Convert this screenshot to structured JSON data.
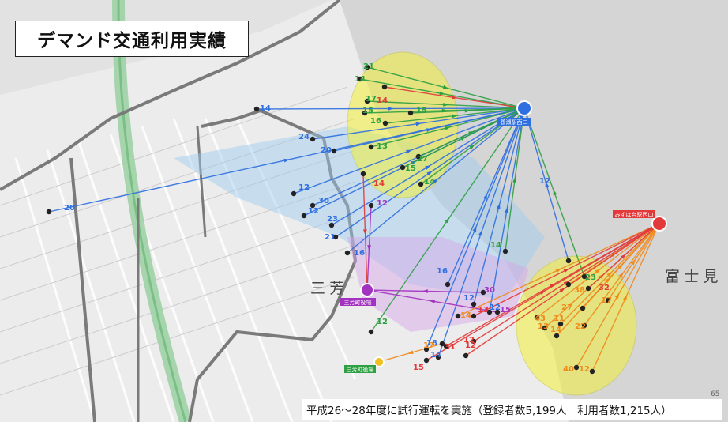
{
  "title": "デマンド交通利用実績",
  "footer": "平成26〜28年度に試行運転を実施（登録者数5,199人　利用者数1,215人）",
  "page_number": "65",
  "place_labels": {
    "mikata": "三 芳",
    "fujimi": "富 士 見"
  },
  "hubs": [
    {
      "id": "hub-blue",
      "label": "鶴瀬駅西口",
      "color": "#2f6fe0"
    },
    {
      "id": "hub-red",
      "label": "みずほ台駅西口",
      "color": "#e23a3a"
    },
    {
      "id": "hub-purple",
      "label": "三芳町役場",
      "color": "#a233c0"
    },
    {
      "id": "hub-yellow",
      "label": "三芳町役場",
      "color": "#f0c020"
    }
  ],
  "flow_counts": {
    "blue": [
      "14",
      "24",
      "20",
      "20",
      "12",
      "30",
      "12",
      "23",
      "21",
      "16",
      "16",
      "12",
      "12",
      "18",
      "14",
      "12"
    ],
    "green": [
      "21",
      "14",
      "17",
      "15",
      "15",
      "16",
      "13",
      "15",
      "27",
      "14",
      "23",
      "12",
      "14"
    ],
    "purple": [
      "30",
      "15",
      "12"
    ],
    "orange": [
      "17",
      "40",
      "14",
      "38",
      "27",
      "43",
      "13",
      "14",
      "22",
      "17",
      "12",
      "11"
    ],
    "red": [
      "31",
      "15",
      "12",
      "12",
      "14",
      "13",
      "32",
      "14"
    ]
  },
  "colors": {
    "blue": "#2f6fe0",
    "green": "#2ea043",
    "purple": "#a233c0",
    "orange": "#f08a1c",
    "red": "#e23a3a",
    "yellow_zone": "#f2f03a"
  }
}
